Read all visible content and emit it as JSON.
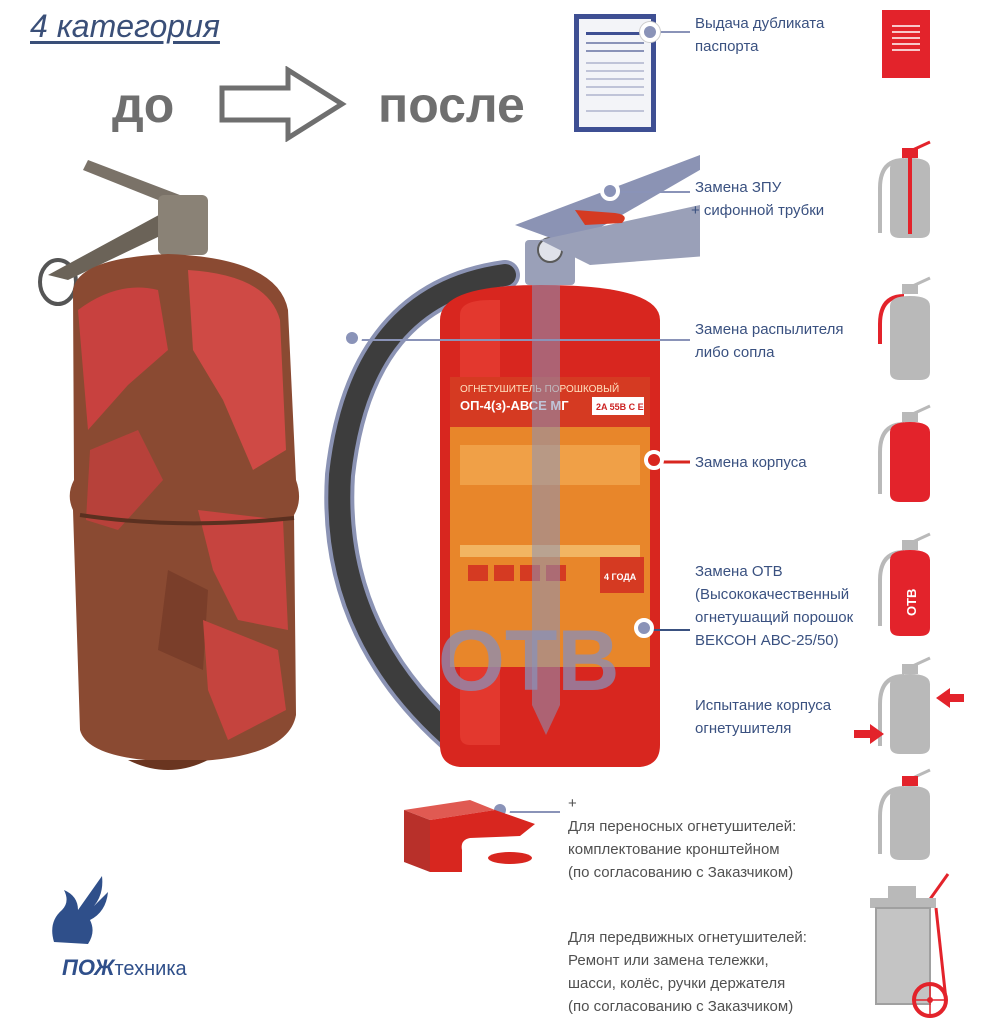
{
  "header": {
    "category": "4 категория",
    "before": "до",
    "after": "после"
  },
  "labels": {
    "passport": [
      "Выдача дубликата",
      "паспорта"
    ],
    "zpu": [
      "Замена ЗПУ",
      "+ сифонной трубки"
    ],
    "nozzle": [
      "Замена распылителя",
      "либо сопла"
    ],
    "body": [
      "Замена корпуса"
    ],
    "otv": [
      "Замена ОТВ",
      "(Высококачественный",
      "огнетушащий порошок",
      "ВЕКСОН АВС-25/50)"
    ],
    "test": [
      "Испытание корпуса",
      "огнетушителя"
    ],
    "portable": [
      "+",
      "Для переносных огнетушителей:",
      "комплектование кронштейном",
      "(по согласованию с Заказчиком)"
    ],
    "mobile": [
      "Для передвижных огнетушителей:",
      "Ремонт или замена тележки,",
      "шасси, колёс, ручки держателя",
      "(по согласованию с Заказчиком)"
    ]
  },
  "extinguisher": {
    "title": "ОГНЕТУШИТЕЛЬ ПОРОШКОВЫЙ",
    "model": "ОП-4(з)-АВСЕ МГ",
    "rating": "2A 55B C E",
    "period": "4 ГОДА",
    "otv_watermark": "ОТВ"
  },
  "icon_otv": "ОТВ",
  "logo": {
    "brand": "ПОЖ",
    "suffix": "техника"
  },
  "colors": {
    "accent": "#e3232b",
    "navy": "#3a5180",
    "gray": "#b9b9b9",
    "pointer": "#8a93b8"
  }
}
